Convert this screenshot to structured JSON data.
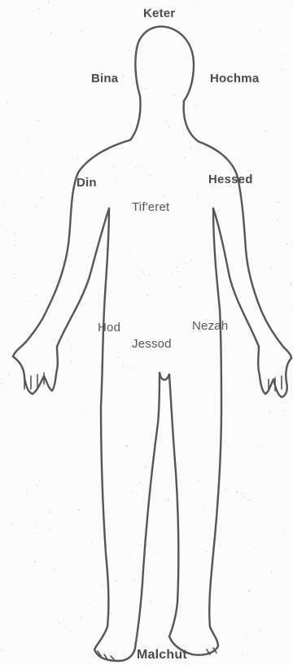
{
  "diagram": {
    "labels": {
      "keter": "Keter",
      "bina": "Bina",
      "hochma": "Hochma",
      "din": "Din",
      "hessed": "Hessed",
      "tiferet": "Tif'eret",
      "hod": "Hod",
      "jessod": "Jessod",
      "nezah": "Nezah",
      "malchut": "Malchut"
    },
    "colors": {
      "outline": "#555555",
      "label": "#4a4a4a",
      "background": "#fbfbfb"
    }
  }
}
